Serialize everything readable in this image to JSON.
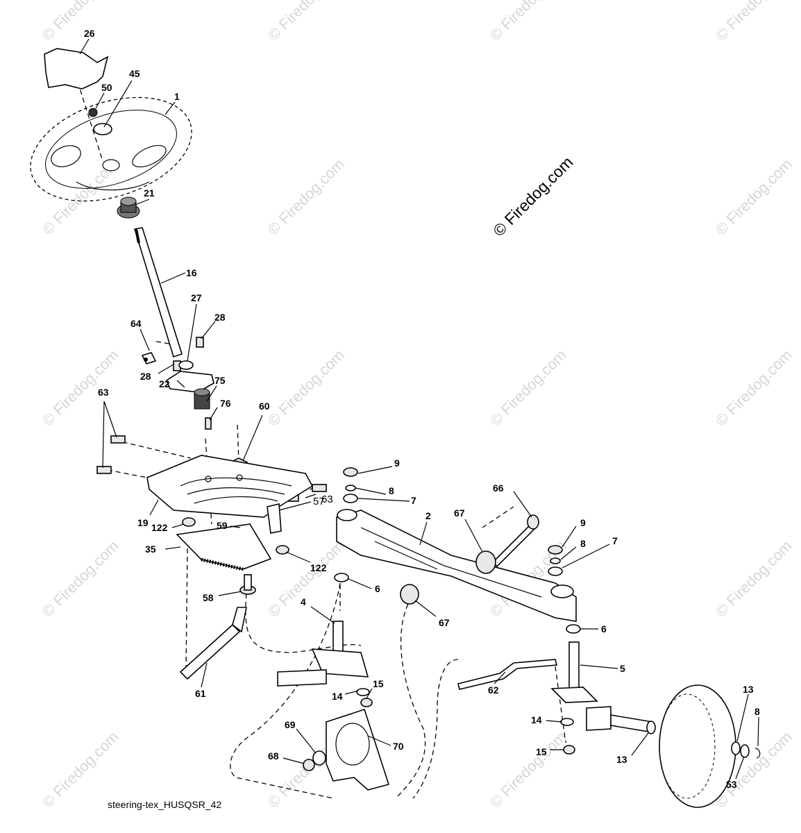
{
  "watermark_main": "© Firedog.com",
  "watermark_small": "© Firedog.com",
  "caption": "steering-tex_HUSQSR_42",
  "labels": {
    "l26": "26",
    "l50": "50",
    "l45": "45",
    "l1": "1",
    "l21": "21",
    "l16": "16",
    "l27": "27",
    "l28a": "28",
    "l64": "64",
    "l28b": "28",
    "l75": "75",
    "l22": "22",
    "l76": "76",
    "l63a": "63",
    "l60": "60",
    "l63b": "63",
    "l57": "57",
    "l19": "19",
    "l122a": "122",
    "l59": "59",
    "l35": "35",
    "l122b": "122",
    "l58": "58",
    "l9a": "9",
    "l8a": "8",
    "l7a": "7",
    "l66": "66",
    "l67a": "67",
    "l2": "2",
    "l9b": "9",
    "l8b": "8",
    "l7b": "7",
    "l6a": "6",
    "l67b": "67",
    "l6b": "6",
    "l4": "4",
    "l5": "5",
    "l61": "61",
    "l62": "62",
    "l14a": "14",
    "l15a": "15",
    "l69": "69",
    "l70": "70",
    "l68": "68",
    "l14b": "14",
    "l15b": "15",
    "l13a": "13",
    "l13b": "13",
    "l8c": "8",
    "l53": "53"
  }
}
